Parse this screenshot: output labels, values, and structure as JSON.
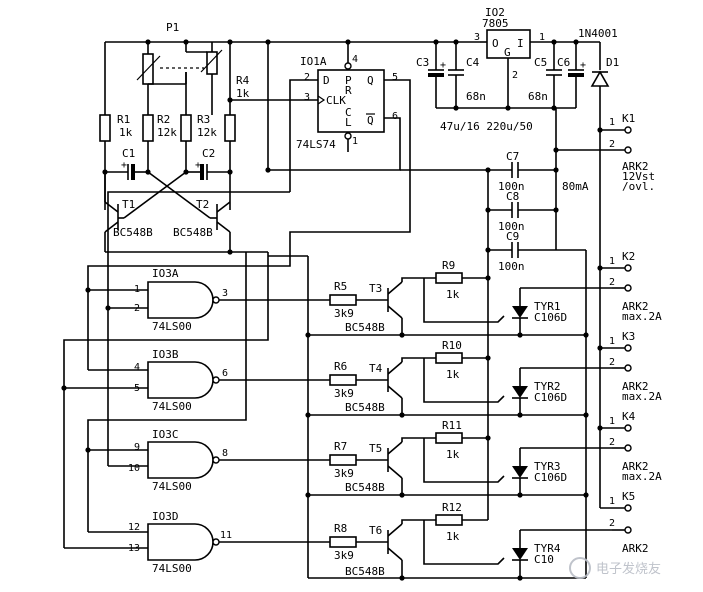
{
  "p1": "P1",
  "r": {
    "r1": "R1",
    "r1v": "1k",
    "r2": "R2",
    "r2v": "12k",
    "r3": "R3",
    "r3v": "12k",
    "r4": "R4",
    "r4v": "1k"
  },
  "c": {
    "c1": "C1",
    "c2": "C2",
    "c3": "C3",
    "c4": "C4",
    "c4v": "68n",
    "c5": "C5",
    "c5v": "68n",
    "c6": "C6",
    "c3c6v": "47u/16 220u/50",
    "c7": "C7",
    "c7v": "100n",
    "c8": "C8",
    "c8v": "100n",
    "c9": "C9",
    "c9v": "100n",
    "ma": "80mA"
  },
  "t": {
    "t1": "T1",
    "t2": "T2",
    "bc1": "BC548B",
    "bc2": "BC548B",
    "t3": "T3",
    "t4": "T4",
    "t5": "T5",
    "t6": "T6",
    "bc": "BC548B"
  },
  "io1": {
    "name": "IO1A",
    "d": "D",
    "p": "P",
    "r": "R",
    "q": "Q",
    "clk": "CLK",
    "c": "C",
    "l": "L",
    "qn": "Q",
    "p2": "2",
    "p3": "3",
    "p4": "4",
    "p5": "5",
    "p6": "6",
    "p1": "1",
    "part": "74LS74"
  },
  "io2": {
    "name": "IO2",
    "part": "7805",
    "o": "O",
    "i": "I",
    "g": "G",
    "p3": "3",
    "p2": "2",
    "p1": "1"
  },
  "d1": {
    "name": "D1",
    "part": "1N4001"
  },
  "gates": [
    {
      "name": "IO3A",
      "in1": "1",
      "in2": "2",
      "out": "3",
      "part": "74LS00"
    },
    {
      "name": "IO3B",
      "in1": "4",
      "in2": "5",
      "out": "6",
      "part": "74LS00"
    },
    {
      "name": "IO3C",
      "in1": "9",
      "in2": "10",
      "out": "8",
      "part": "74LS00"
    },
    {
      "name": "IO3D",
      "in1": "12",
      "in2": "13",
      "out": "11",
      "part": "74LS00"
    }
  ],
  "rb": [
    {
      "name": "R5",
      "val": "3k9"
    },
    {
      "name": "R6",
      "val": "3k9"
    },
    {
      "name": "R7",
      "val": "3k9"
    },
    {
      "name": "R8",
      "val": "3k9"
    }
  ],
  "rg": [
    {
      "name": "R9",
      "val": "1k"
    },
    {
      "name": "R10",
      "val": "1k"
    },
    {
      "name": "R11",
      "val": "1k"
    },
    {
      "name": "R12",
      "val": "1k"
    }
  ],
  "tyr": [
    {
      "name": "TYR1",
      "part": "C106D"
    },
    {
      "name": "TYR2",
      "part": "C106D"
    },
    {
      "name": "TYR3",
      "part": "C106D"
    },
    {
      "name": "TYR4",
      "part": "C10"
    }
  ],
  "k": [
    {
      "name": "K1",
      "n1": "1",
      "n2": "2",
      "ark": "ARK2",
      "s1": "12Vst",
      "s2": "/ovl."
    },
    {
      "name": "K2",
      "n1": "1",
      "n2": "2",
      "ark": "ARK2",
      "s1": "max.2A"
    },
    {
      "name": "K3",
      "n1": "1",
      "n2": "2",
      "ark": "ARK2",
      "s1": "max.2A"
    },
    {
      "name": "K4",
      "n1": "1",
      "n2": "2",
      "ark": "ARK2",
      "s1": "max.2A"
    },
    {
      "name": "K5",
      "n1": "1",
      "n2": "2",
      "ark": "ARK2"
    }
  ],
  "watermark": "电子发烧友"
}
